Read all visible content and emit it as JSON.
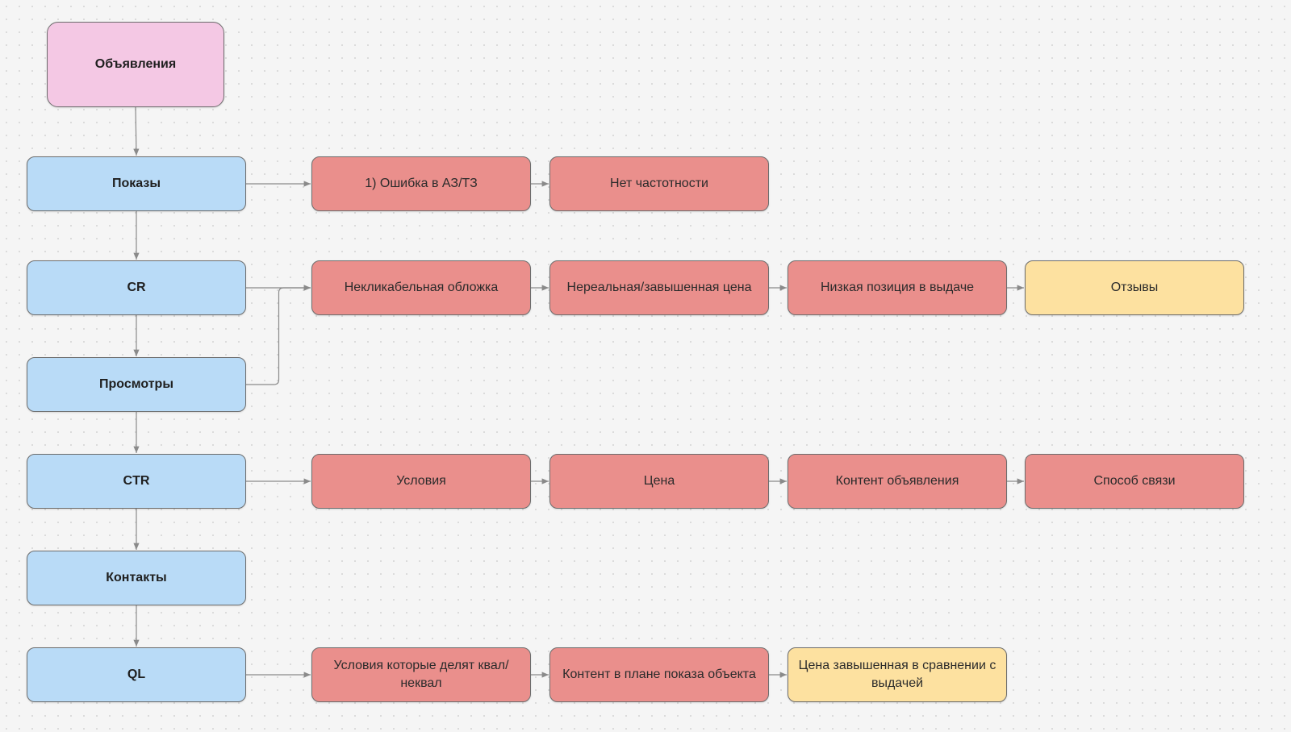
{
  "diagram": {
    "root": {
      "id": "root",
      "label": "Объявления",
      "kind": "root"
    },
    "funnel": [
      {
        "id": "pokazy",
        "label": "Показы",
        "kind": "main"
      },
      {
        "id": "cr",
        "label": "CR",
        "kind": "main"
      },
      {
        "id": "prosmotry",
        "label": "Просмотры",
        "kind": "main"
      },
      {
        "id": "ctr",
        "label": "CTR",
        "kind": "main"
      },
      {
        "id": "kontakty",
        "label": "Контакты",
        "kind": "main"
      },
      {
        "id": "ql",
        "label": "QL",
        "kind": "main"
      }
    ],
    "branches": [
      {
        "id": "p1",
        "label": "1) Ошибка в АЗ/ТЗ",
        "kind": "issue"
      },
      {
        "id": "p2",
        "label": "Нет частотности",
        "kind": "issue"
      },
      {
        "id": "c1",
        "label": "Некликабельная обложка",
        "kind": "issue"
      },
      {
        "id": "c2",
        "label": "Нереальная/завышенная цена",
        "kind": "issue"
      },
      {
        "id": "c3",
        "label": "Низкая позиция в выдаче",
        "kind": "issue"
      },
      {
        "id": "c4",
        "label": "Отзывы",
        "kind": "note"
      },
      {
        "id": "t1",
        "label": "Условия",
        "kind": "issue"
      },
      {
        "id": "t2",
        "label": "Цена",
        "kind": "issue"
      },
      {
        "id": "t3",
        "label": "Контент объявления",
        "kind": "issue"
      },
      {
        "id": "t4",
        "label": "Способ связи",
        "kind": "issue"
      },
      {
        "id": "q1",
        "label": "Условия которые делят квал/неквал",
        "kind": "issue"
      },
      {
        "id": "q2",
        "label": "Контент в плане показа объекта",
        "kind": "issue"
      },
      {
        "id": "q3",
        "label": "Цена завышенная в сравнении с выдачей",
        "kind": "note"
      }
    ],
    "edges": [
      [
        "root",
        "pokazy"
      ],
      [
        "pokazy",
        "cr"
      ],
      [
        "cr",
        "prosmotry"
      ],
      [
        "prosmotry",
        "ctr"
      ],
      [
        "ctr",
        "kontakty"
      ],
      [
        "kontakty",
        "ql"
      ],
      [
        "pokazy",
        "p1"
      ],
      [
        "p1",
        "p2"
      ],
      [
        "cr",
        "c1"
      ],
      [
        "prosmotry",
        "c1"
      ],
      [
        "c1",
        "c2"
      ],
      [
        "c2",
        "c3"
      ],
      [
        "c3",
        "c4"
      ],
      [
        "ctr",
        "t1"
      ],
      [
        "t1",
        "t2"
      ],
      [
        "t2",
        "t3"
      ],
      [
        "t3",
        "t4"
      ],
      [
        "ql",
        "q1"
      ],
      [
        "q1",
        "q2"
      ],
      [
        "q2",
        "q3"
      ]
    ],
    "colors": {
      "root": "#f4c8e4",
      "main": "#b9dbf7",
      "issue": "#ea8f8c",
      "note": "#fde1a0",
      "connector": "#8a8a8a"
    }
  }
}
